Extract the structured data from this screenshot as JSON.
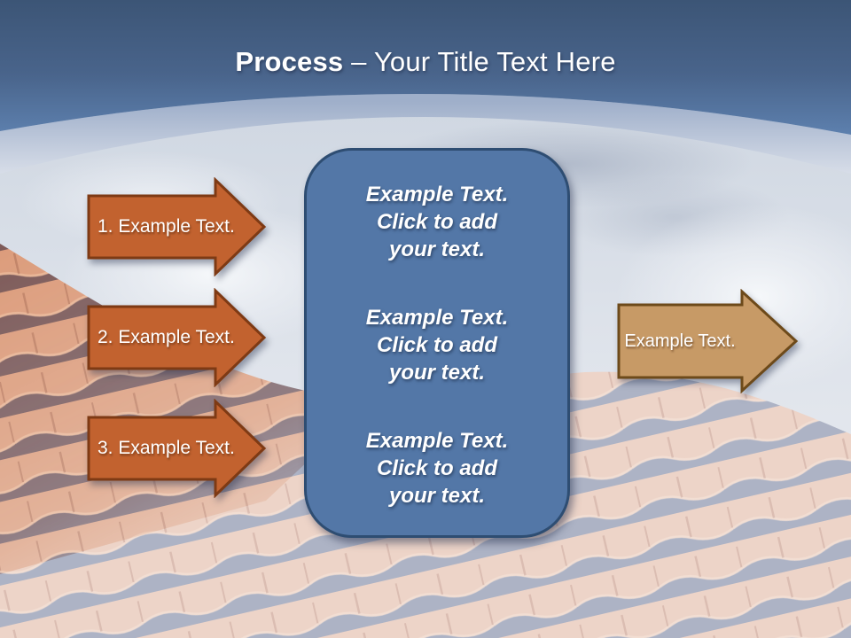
{
  "slide_title": {
    "bold": "Process",
    "rest": " – Your Title Text Here"
  },
  "left_arrows": [
    {
      "label": "1. Example Text."
    },
    {
      "label": "2. Example Text."
    },
    {
      "label": "3. Example Text."
    }
  ],
  "center_box": {
    "blocks": [
      {
        "lines": [
          "Example Text.",
          "Click  to add",
          "your text."
        ]
      },
      {
        "lines": [
          "Example Text.",
          "Click  to add",
          "your text."
        ]
      },
      {
        "lines": [
          "Example Text.",
          "Click  to add",
          "your text."
        ]
      }
    ]
  },
  "right_arrow": {
    "label": "Example Text."
  },
  "colors": {
    "header_gradient_top": "#3C5576",
    "header_gradient_bottom": "#5D80AE",
    "arrow_orange": "#C2622F",
    "arrow_orange_border": "#7E3A14",
    "arrow_tan": "#C79A66",
    "arrow_tan_border": "#6D4A1A",
    "box_blue": "#5377A7",
    "box_border": "#2E4D72",
    "roof_tile_muted": "#EDD4C8",
    "roof_shadow_muted": "#A7B0C5",
    "roof_tile_strong": "#D8906B",
    "text_white": "#FFFFFF"
  }
}
